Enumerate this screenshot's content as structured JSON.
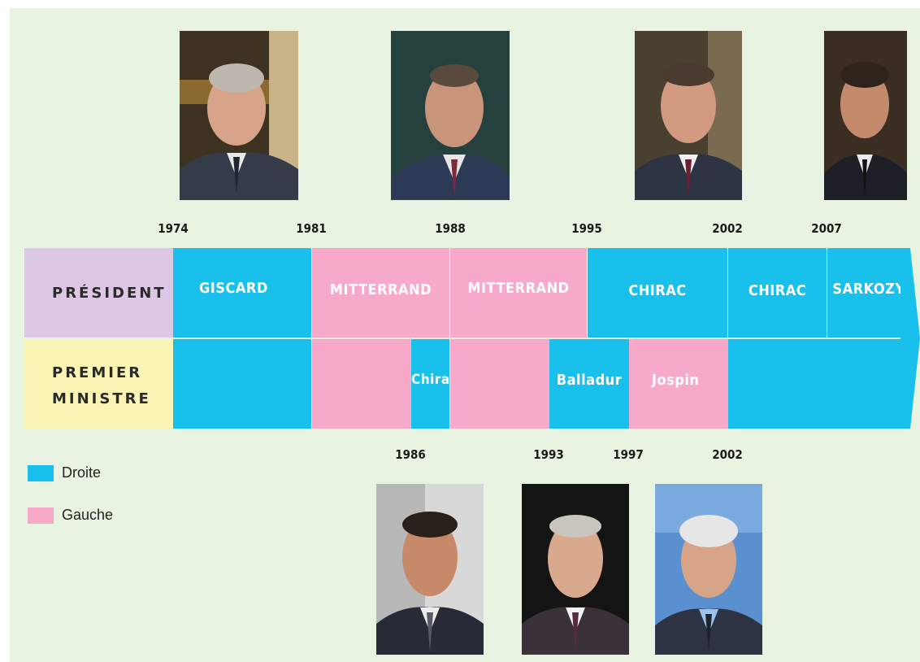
{
  "rows": {
    "president_label": "PRÉSIDENT",
    "premier_label_line1": "PREMIER",
    "premier_label_line2": "MINISTRE"
  },
  "top_years": [
    "1974",
    "1981",
    "1988",
    "1995",
    "2002",
    "2007"
  ],
  "bottom_years": [
    "1986",
    "1993",
    "1997",
    "2002"
  ],
  "presidents": [
    {
      "name": "GISCARD",
      "party": "Droite"
    },
    {
      "name": "MITTERRAND",
      "party": "Gauche"
    },
    {
      "name": "MITTERRAND",
      "party": "Gauche"
    },
    {
      "name": "CHIRAC",
      "party": "Droite"
    },
    {
      "name": "CHIRAC",
      "party": "Droite"
    },
    {
      "name": "SARKOZY",
      "party": "Droite"
    }
  ],
  "prime_ministers": [
    {
      "name": "",
      "party": "Droite"
    },
    {
      "name": "",
      "party": "Gauche"
    },
    {
      "name": "Chirac",
      "party": "Droite"
    },
    {
      "name": "",
      "party": "Gauche"
    },
    {
      "name": "Balladur",
      "party": "Droite"
    },
    {
      "name": "Jospin",
      "party": "Gauche"
    },
    {
      "name": "",
      "party": "Droite"
    }
  ],
  "legend": [
    {
      "label": "Droite",
      "color": "#19c0ec"
    },
    {
      "label": "Gauche",
      "color": "#f7a9c9"
    }
  ],
  "colors": {
    "droite": "#19c0ec",
    "gauche": "#f7a9c9",
    "president_label_bg": "#dcc7e4",
    "premier_label_bg": "#fbf5b5",
    "background": "#e8f3e2"
  },
  "photos": [
    "portrait-giscard",
    "portrait-mitterrand",
    "portrait-chirac-president",
    "portrait-sarkozy",
    "portrait-chirac-premier",
    "portrait-balladur",
    "portrait-jospin"
  ]
}
